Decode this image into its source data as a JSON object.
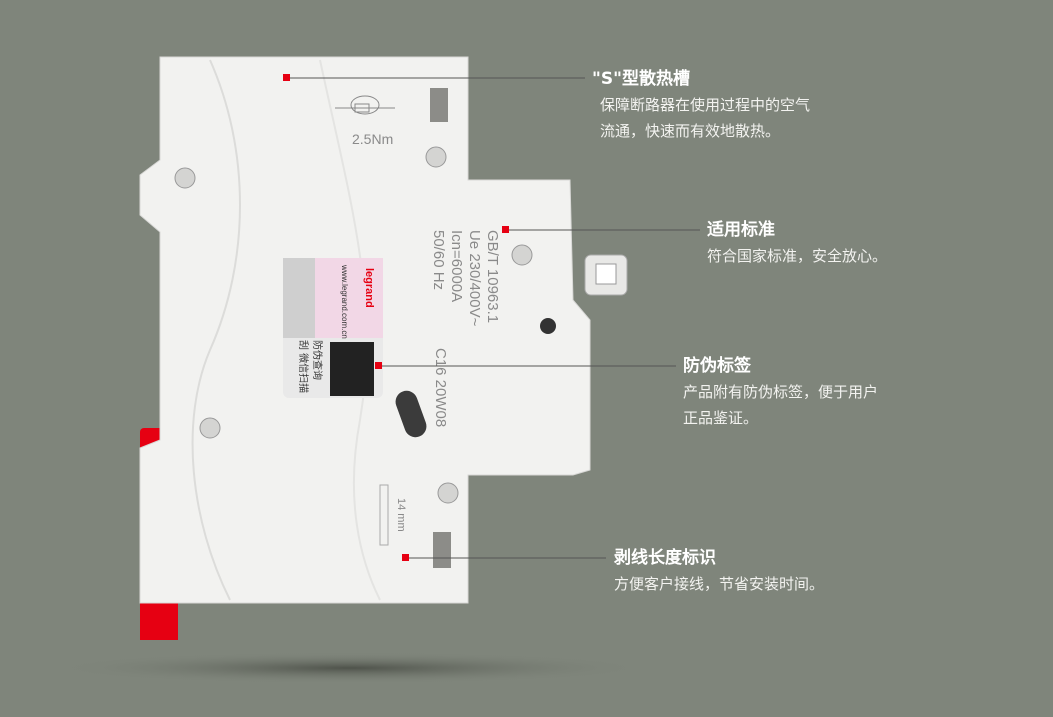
{
  "device": {
    "torque_label": "2.5Nm",
    "standard_label": "GB/T 10963.1",
    "voltage_label": "Ue 230/400V~",
    "breaking_label": "Icn=6000A",
    "frequency_label": "50/60 Hz",
    "model_label": "C16 20W08",
    "strip_length_label": "14 mm",
    "brand_logo": "legrand",
    "website": "www.legrand.com.cn",
    "sticker_line1": "防伪查询",
    "sticker_line2": "刮 微信扫描"
  },
  "annotations": [
    {
      "title": "\"S\"型散热槽",
      "desc1": "保障断路器在使用过程中的空气",
      "desc2": "流通，快速而有效地散热。"
    },
    {
      "title": "适用标准",
      "desc1": "符合国家标准，安全放心。"
    },
    {
      "title": "防伪标签",
      "desc1": "产品附有防伪标签，便于用户",
      "desc2": "正品鉴证。"
    },
    {
      "title": "剥线长度标识",
      "desc1": "方便客户接线，节省安装时间。"
    }
  ],
  "colors": {
    "background": "#7f857b",
    "accent": "#e60012",
    "device": "#f2f2f0"
  }
}
